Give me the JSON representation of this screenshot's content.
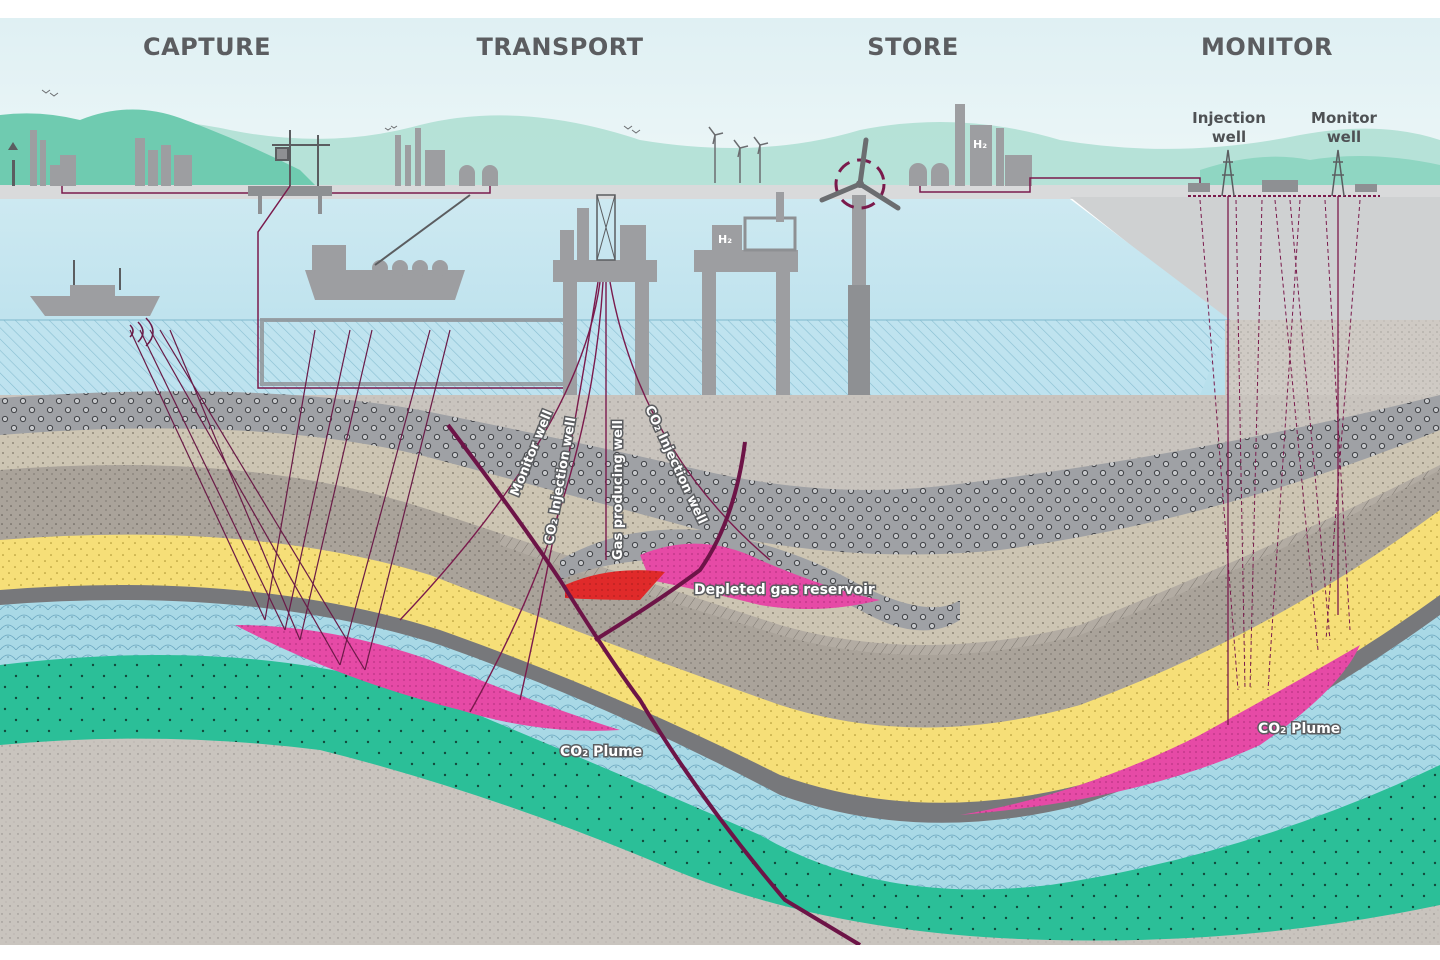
{
  "stages": [
    {
      "id": "capture",
      "label": "CAPTURE"
    },
    {
      "id": "transport",
      "label": "TRANSPORT"
    },
    {
      "id": "store",
      "label": "STORE"
    },
    {
      "id": "monitor",
      "label": "MONITOR"
    }
  ],
  "surface_labels": {
    "injection_well": [
      "Injection",
      "well"
    ],
    "monitor_well": [
      "Monitor",
      "well"
    ],
    "hydrogen": "H₂"
  },
  "well_labels": {
    "monitor_well": "Monitor well",
    "co2_injection_well_1": "CO₂ Injection well",
    "gas_producing_well": "Gas producing well",
    "co2_injection_well_2": "CO₂ Injection well"
  },
  "geology_labels": {
    "depleted_gas_reservoir": "Depleted gas reservoir",
    "co2_plume_left": "CO₂ Plume",
    "co2_plume_right": "CO₂ Plume"
  },
  "colors": {
    "sky": "#e6f2f4",
    "sea": "#bfe3ef",
    "hills": "#6fcbb0",
    "bedrock": "#cbc6c0",
    "caprock_dots": "#a6a8ab",
    "layer_tan": "#c8bfae",
    "layer_brown": "#aaa39a",
    "layer_yellow": "#f6e07a",
    "seal_grey": "#77787b",
    "aquifer_blue": "#a9d9e6",
    "green_layer": "#2bbf98",
    "plume_pink": "#e64aa6",
    "gas_red": "#e02a2a",
    "fault_purple": "#6d1447",
    "wells": "#7a1a4c"
  }
}
